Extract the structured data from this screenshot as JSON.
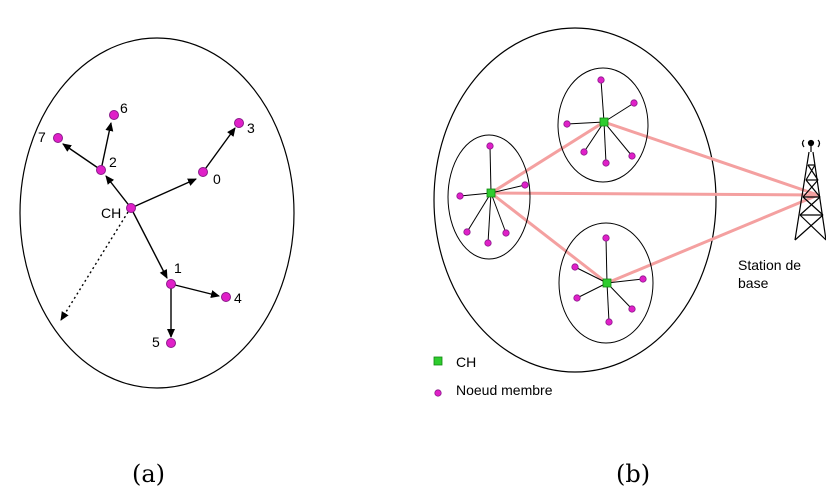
{
  "figure_a": {
    "caption": "(a)",
    "head_label": "CH",
    "nodes": [
      {
        "id": "0",
        "label": "0"
      },
      {
        "id": "1",
        "label": "1"
      },
      {
        "id": "2",
        "label": "2"
      },
      {
        "id": "3",
        "label": "3"
      },
      {
        "id": "4",
        "label": "4"
      },
      {
        "id": "5",
        "label": "5"
      },
      {
        "id": "6",
        "label": "6"
      },
      {
        "id": "7",
        "label": "7"
      }
    ],
    "edges": [
      {
        "from": "CH",
        "to": "0"
      },
      {
        "from": "0",
        "to": "3"
      },
      {
        "from": "CH",
        "to": "2"
      },
      {
        "from": "2",
        "to": "7"
      },
      {
        "from": "2",
        "to": "6"
      },
      {
        "from": "CH",
        "to": "1"
      },
      {
        "from": "1",
        "to": "4"
      },
      {
        "from": "1",
        "to": "5"
      }
    ]
  },
  "figure_b": {
    "caption": "(b)",
    "base_station_label_line1": "Station de",
    "base_station_label_line2": "base",
    "legend": {
      "ch_label": "CH",
      "member_label": "Noeud membre"
    }
  },
  "colors": {
    "member_node": "#e020c8",
    "member_node_stroke": "#8a1a8a",
    "cluster_head": "#2ecc2e",
    "link": "#f4a0a0"
  }
}
